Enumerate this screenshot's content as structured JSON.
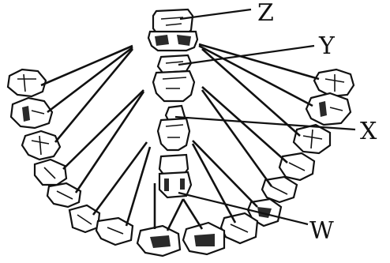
{
  "labels": {
    "z": "Z",
    "y": "Y",
    "x": "X",
    "w": "W"
  },
  "colors": {
    "ink": "#111111",
    "background": "#ffffff"
  }
}
